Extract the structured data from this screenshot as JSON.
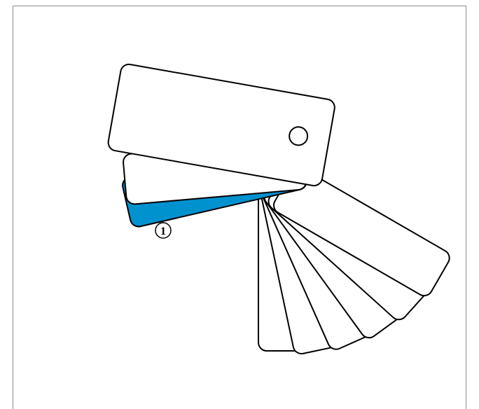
{
  "figure": {
    "callout_label": "1",
    "colors": {
      "highlight": "#0091CF",
      "stroke": "#000000",
      "card_fill": "#FFFFFF",
      "border": "#8C8C8C"
    },
    "cards": [
      {
        "name": "fan-card-1",
        "highlight": false
      },
      {
        "name": "fan-card-2",
        "highlight": false
      },
      {
        "name": "fan-card-3",
        "highlight": false
      },
      {
        "name": "fan-card-4",
        "highlight": false
      },
      {
        "name": "fan-card-5",
        "highlight": false
      },
      {
        "name": "fan-card-6",
        "highlight": false
      },
      {
        "name": "fan-card-7",
        "highlight": true
      },
      {
        "name": "fan-card-8",
        "highlight": false
      },
      {
        "name": "fan-card-9",
        "highlight": false
      }
    ]
  }
}
